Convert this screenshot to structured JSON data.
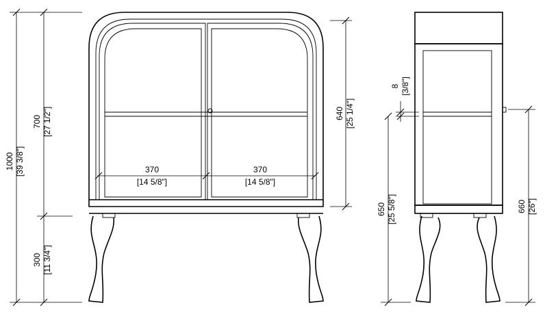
{
  "dimensions": {
    "total_height": {
      "value": "1000",
      "imperial": "[39 3/8\"]"
    },
    "cabinet_height": {
      "value": "700",
      "imperial": "[27 1/2\"]"
    },
    "leg_height": {
      "value": "300",
      "imperial": "[11 3/4\"]"
    },
    "door_height": {
      "value": "640",
      "imperial": "[25 1/4\"]"
    },
    "door_width_left": {
      "value": "370",
      "imperial": "[14 5/8\"]"
    },
    "door_width_right": {
      "value": "370",
      "imperial": "[14 5/8\"]"
    },
    "shelf_thickness": {
      "value": "8",
      "imperial": "[3/8\"]"
    },
    "shelf_height": {
      "value": "650",
      "imperial": "[25 5/8\"]"
    },
    "handle_height": {
      "value": "660",
      "imperial": "[26\"]"
    }
  }
}
